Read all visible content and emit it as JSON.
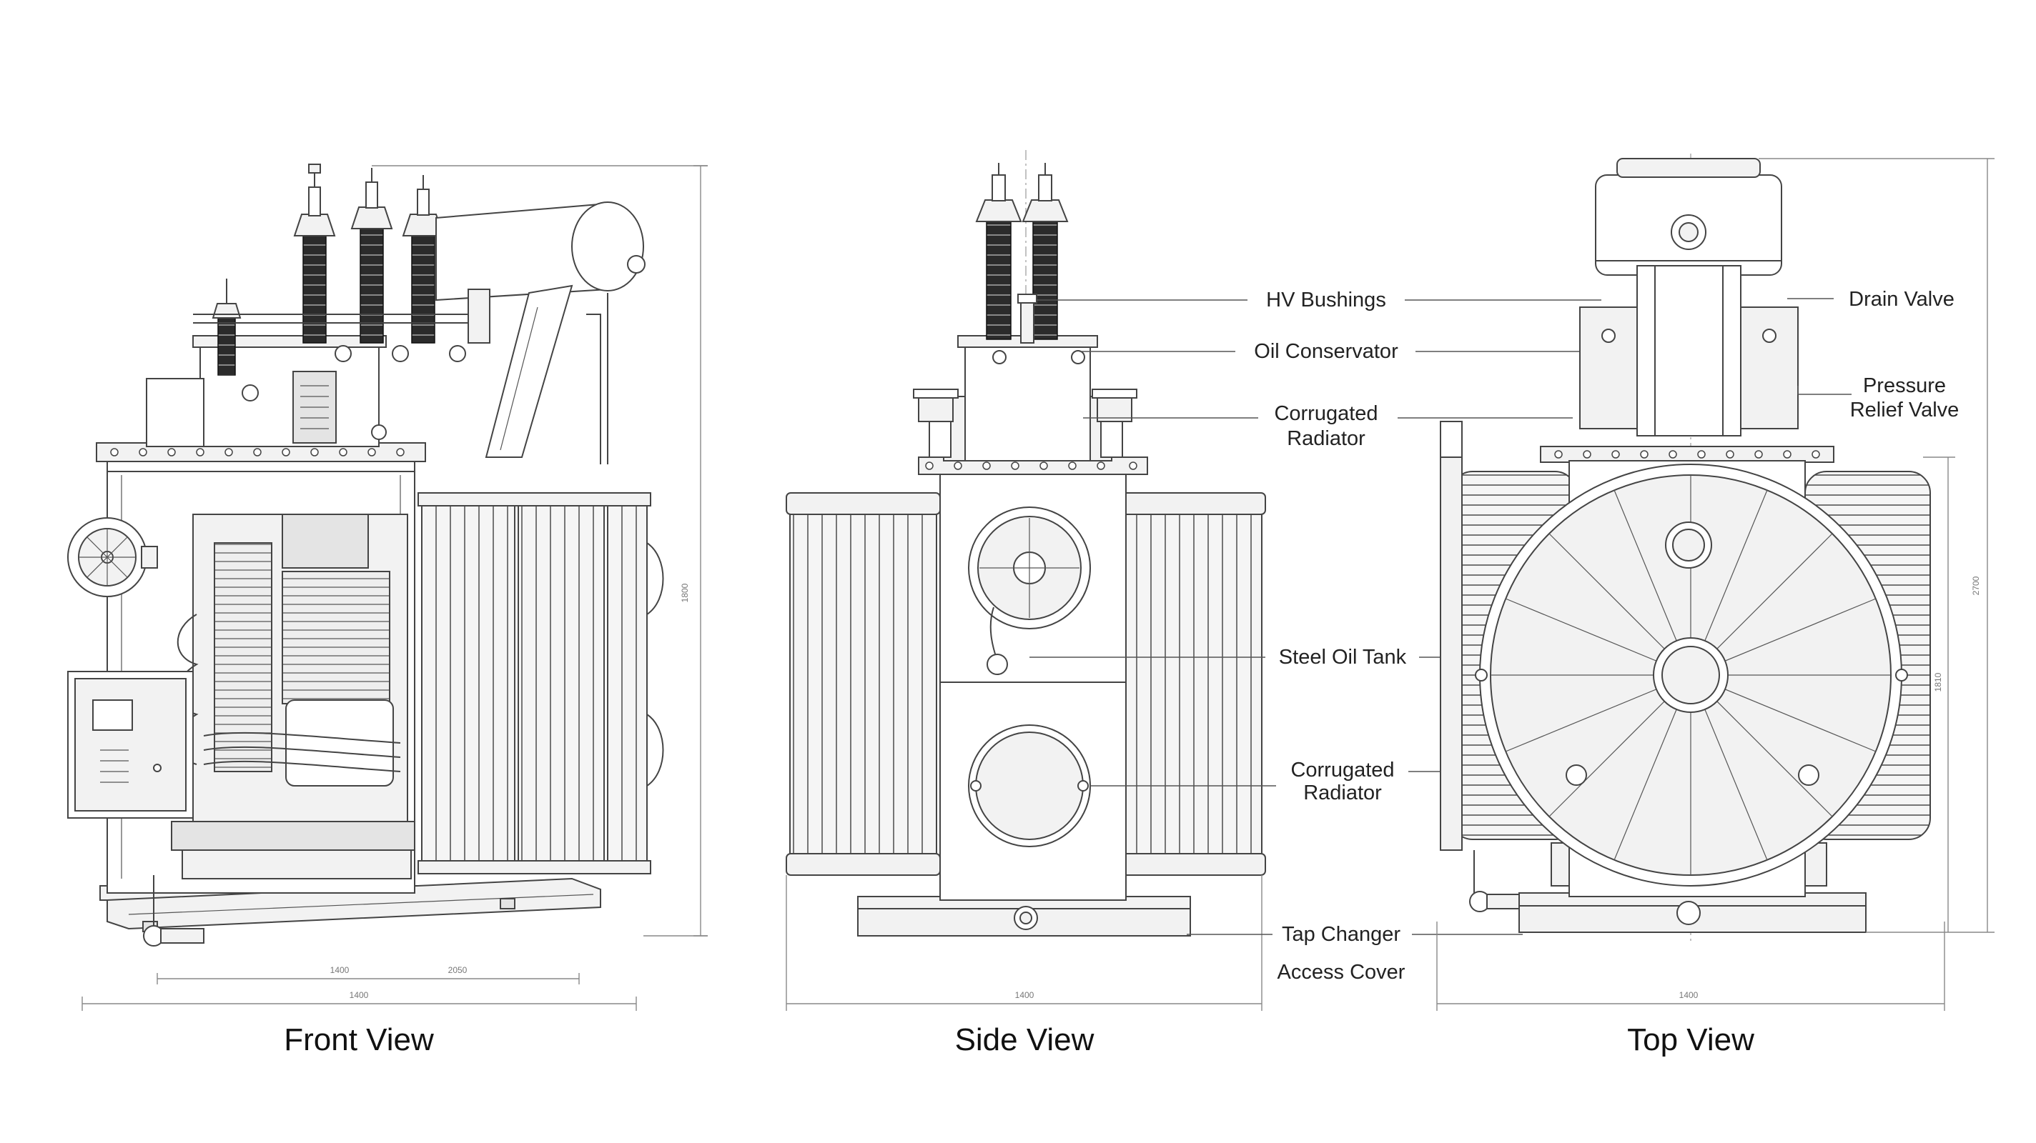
{
  "views": {
    "front_title": "Front View",
    "side_title": "Side View",
    "top_title": "Top View"
  },
  "callouts": {
    "hv_bushings": "HV Bushings",
    "oil_conservator": "Oil Conservator",
    "corrugated_radiator_1_line1": "Corrugated",
    "corrugated_radiator_1_line2": "Radiator",
    "steel_oil_tank": "Steel Oil Tank",
    "corrugated_radiator_2_line1": "Corrugated",
    "corrugated_radiator_2_line2": "Radiator",
    "tap_changer_line1": "Tap Changer",
    "tap_changer_line2": "Access Cover",
    "drain_valve": "Drain Valve",
    "pressure_relief_line1": "Pressure",
    "pressure_relief_line2": "Relief Valve"
  },
  "dimension_labels": {
    "front_sub_left": "1400",
    "front_sub_right": "2050",
    "front_total": "1400",
    "front_height": "1800",
    "side_total": "1400",
    "top_total": "1400",
    "top_height_outer": "2700",
    "top_height_inner": "1810"
  },
  "colors": {
    "line": "#444444",
    "fill": "#f2f2f2",
    "bushing": "#2b2b2b",
    "text": "#222222"
  }
}
